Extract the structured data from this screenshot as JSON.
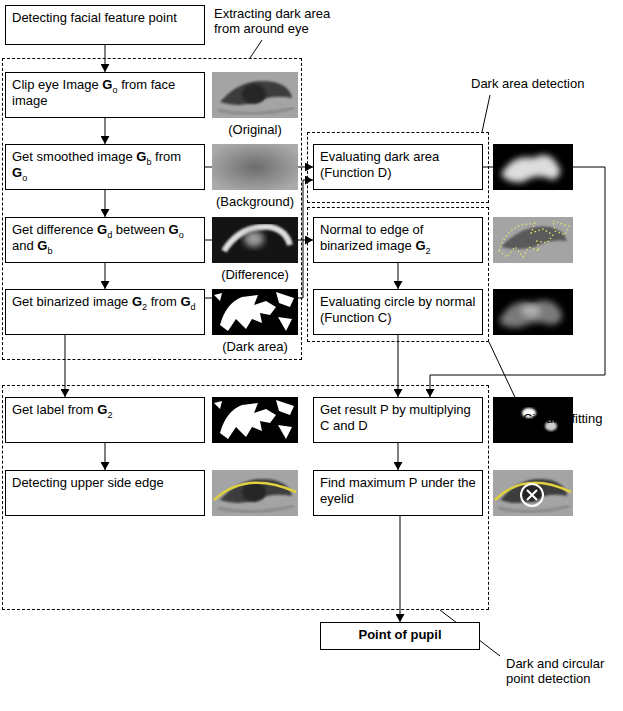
{
  "diagram": {
    "nodes": [
      {
        "text": [
          "Detecting facial feature point"
        ]
      },
      {
        "text": [
          "Extracting dark area from around eye"
        ]
      },
      {
        "text": [
          "Clip eye Image Go from face image"
        ],
        "in": 1
      },
      {
        "text": [
          "Get smoothed image Gb from Go"
        ],
        "in": 1
      },
      {
        "text": [
          "Get difference Gd between Go and Gb"
        ],
        "in": 1
      },
      {
        "text": [
          "Get binarized image G2 from Gd"
        ],
        "in": 1
      },
      {
        "text": [
          "Dark area detection"
        ]
      },
      {
        "text": [
          "Evaluating dark area (Function D)"
        ],
        "in": 6
      },
      {
        "text": [
          "Circular fitting"
        ]
      },
      {
        "text": [
          "Normal to edge of binarized image G2"
        ],
        "in": 8
      },
      {
        "text": [
          "Evaluating circle by normal (Function C)"
        ],
        "in": 8
      },
      {
        "text": [
          "Dark and circular point detection"
        ]
      },
      {
        "text": [
          "Get label from G2"
        ],
        "in": 11
      },
      {
        "text": [
          "Detecting upper side edge"
        ],
        "in": 11
      },
      {
        "text": [
          "Get result P by multiplying C and D"
        ],
        "in": 11
      },
      {
        "text": [
          "Find maximum P under the eyelid"
        ],
        "in": 11
      },
      {
        "text": [
          "Point of pupil"
        ]
      }
    ],
    "edges": [
      {
        "from": 0,
        "to": 2,
        "arrow": "to"
      },
      {
        "from": 2,
        "to": 3,
        "arrow": "to"
      },
      {
        "from": 3,
        "to": 4,
        "arrow": "to"
      },
      {
        "from": 4,
        "to": 5,
        "arrow": "to"
      },
      {
        "from": 3,
        "to": 7,
        "arrow": "to"
      },
      {
        "from": 5,
        "to": 7,
        "arrow": "to"
      },
      {
        "from": 4,
        "to": 9,
        "arrow": "to"
      },
      {
        "from": 9,
        "to": 10,
        "arrow": "to"
      },
      {
        "from": 10,
        "to": 14,
        "arrow": "to"
      },
      {
        "from": 7,
        "to": 14,
        "arrow": "to"
      },
      {
        "from": 5,
        "to": 12,
        "arrow": "to"
      },
      {
        "from": 12,
        "to": 13,
        "arrow": "to"
      },
      {
        "from": 14,
        "to": 15,
        "arrow": "to"
      },
      {
        "from": 15,
        "to": 16,
        "arrow": "to"
      }
    ],
    "labels": [
      "(Original)",
      "(Background)",
      "(Difference)",
      "(Dark area)"
    ]
  }
}
